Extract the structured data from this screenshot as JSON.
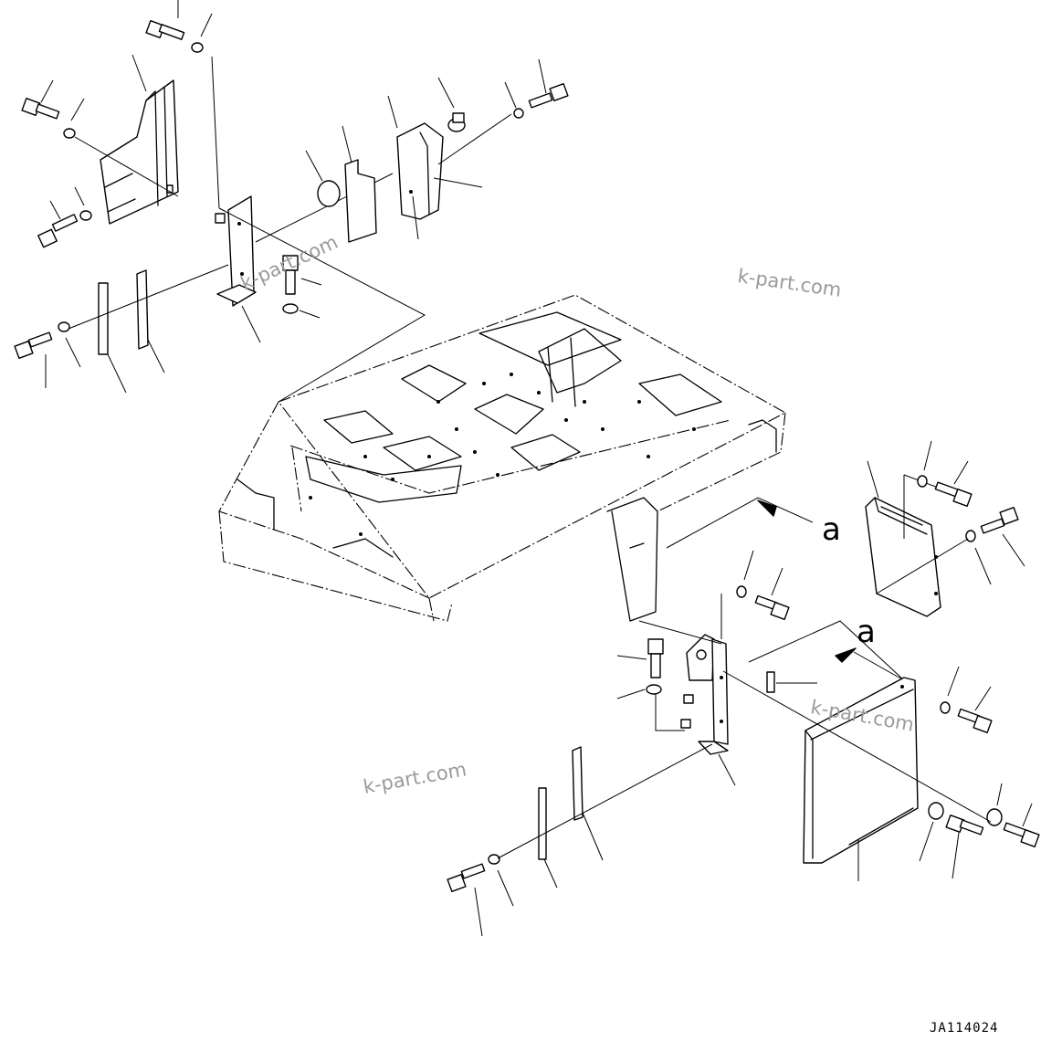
{
  "drawing": {
    "reference_number": "JA114024",
    "view_arrow_labels": [
      "a",
      "a"
    ],
    "watermarks": [
      "k-part.com",
      "k-part.com",
      "k-part.com",
      "k-part.com"
    ]
  }
}
